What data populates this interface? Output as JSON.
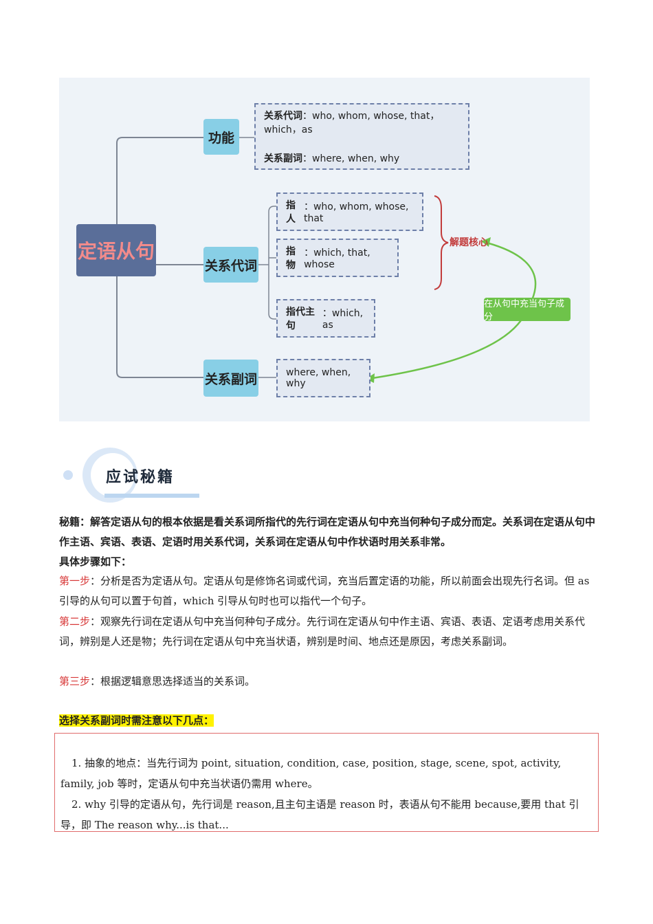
{
  "mindmap": {
    "root": "定语从句",
    "branch_function": "功能",
    "branch_pronoun": "关系代词",
    "branch_adverb": "关系副词",
    "func_line1_key": "关系代词",
    "func_line1_val": "：who, whom, whose, that，which，as",
    "func_line2_key": "关系副词",
    "func_line2_val": "：where, when, why",
    "person_key": "指人",
    "person_val": "：who, whom, whose, that",
    "thing_key": "指物",
    "thing_val": "：which, that, whose",
    "clause_key": "指代主句",
    "clause_val": "：which, as",
    "adverb_val": "where, when, why",
    "core_label": "解题核心",
    "green_label": "在从句中充当句子成分",
    "colors": {
      "root": "#5a6e99",
      "branch": "#88cfe6",
      "accent_red": "#c23b3b",
      "green": "#6ec34a"
    }
  },
  "heading": "应试秘籍",
  "secret": {
    "text": "秘籍：解答定语从句的根本依据是看关系词所指代的先行词在定语从句中充当何种句子成分而定。关系词在定语从句中作主语、宾语、表语、定语时用关系代词，关系词在定语从句中作状语时用关系非常。",
    "steps_title": "具体步骤如下："
  },
  "steps": [
    {
      "label": "第一步",
      "text": "：分析是否为定语从句。定语从句是修饰名词或代词，充当后置定语的功能，所以前面会出现先行名词。但 as 引导的从句可以置于句首，which 引导从句时也可以指代一个句子。"
    },
    {
      "label": "第二步",
      "text": "：观察先行词在定语从句中充当何种句子成分。先行词在定语从句中作主语、宾语、表语、定语考虑用关系代词，辨别是人还是物；先行词在定语从句中充当状语，辨别是时间、地点还是原因，考虑关系副词。"
    },
    {
      "label": "第三步",
      "text": "：根据逻辑意思选择适当的关系词。"
    }
  ],
  "note_title": "选择关系副词时需注意以下几点：",
  "notes": [
    "1. 抽象的地点：当先行词为 point, situation, condition, case, position, stage, scene, spot, activity, family, job 等时，定语从句中充当状语仍需用 where。",
    "2. why 引导的定语从句，先行词是 reason,且主句主语是 reason 时，表语从句不能用 because,要用 that 引导，即 The reason why...is that..."
  ]
}
